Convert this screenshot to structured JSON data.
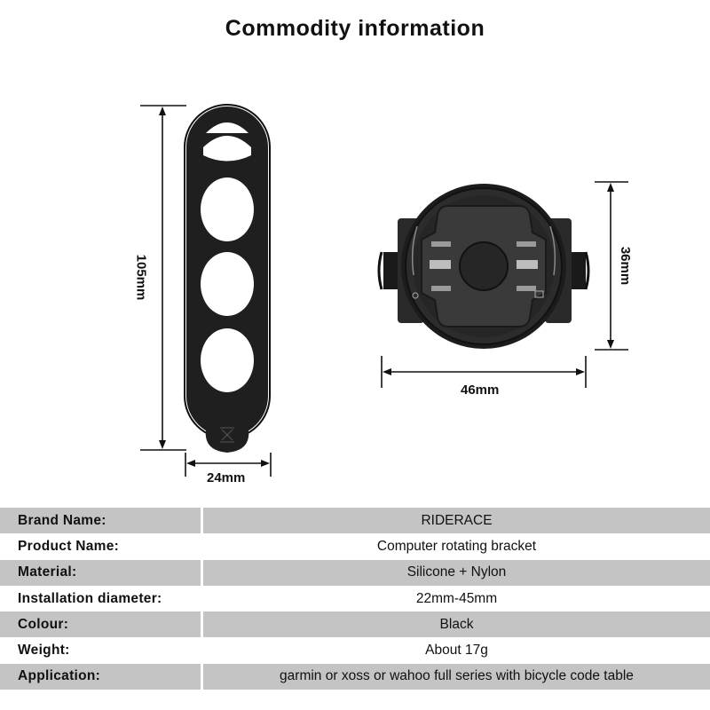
{
  "title": "Commodity information",
  "dimensions": {
    "strap_height": "105mm",
    "strap_width": "24mm",
    "mount_height": "36mm",
    "mount_width": "46mm"
  },
  "specs": [
    {
      "label": "Brand Name:",
      "value": "RIDERACE"
    },
    {
      "label": "Product Name:",
      "value": "Computer rotating bracket"
    },
    {
      "label": "Material:",
      "value": "Silicone + Nylon"
    },
    {
      "label": "Installation diameter:",
      "value": "22mm-45mm"
    },
    {
      "label": "Colour:",
      "value": "Black"
    },
    {
      "label": "Weight:",
      "value": "About 17g"
    },
    {
      "label": "Application:",
      "value": "garmin or xoss or wahoo full series with bicycle code table"
    }
  ]
}
